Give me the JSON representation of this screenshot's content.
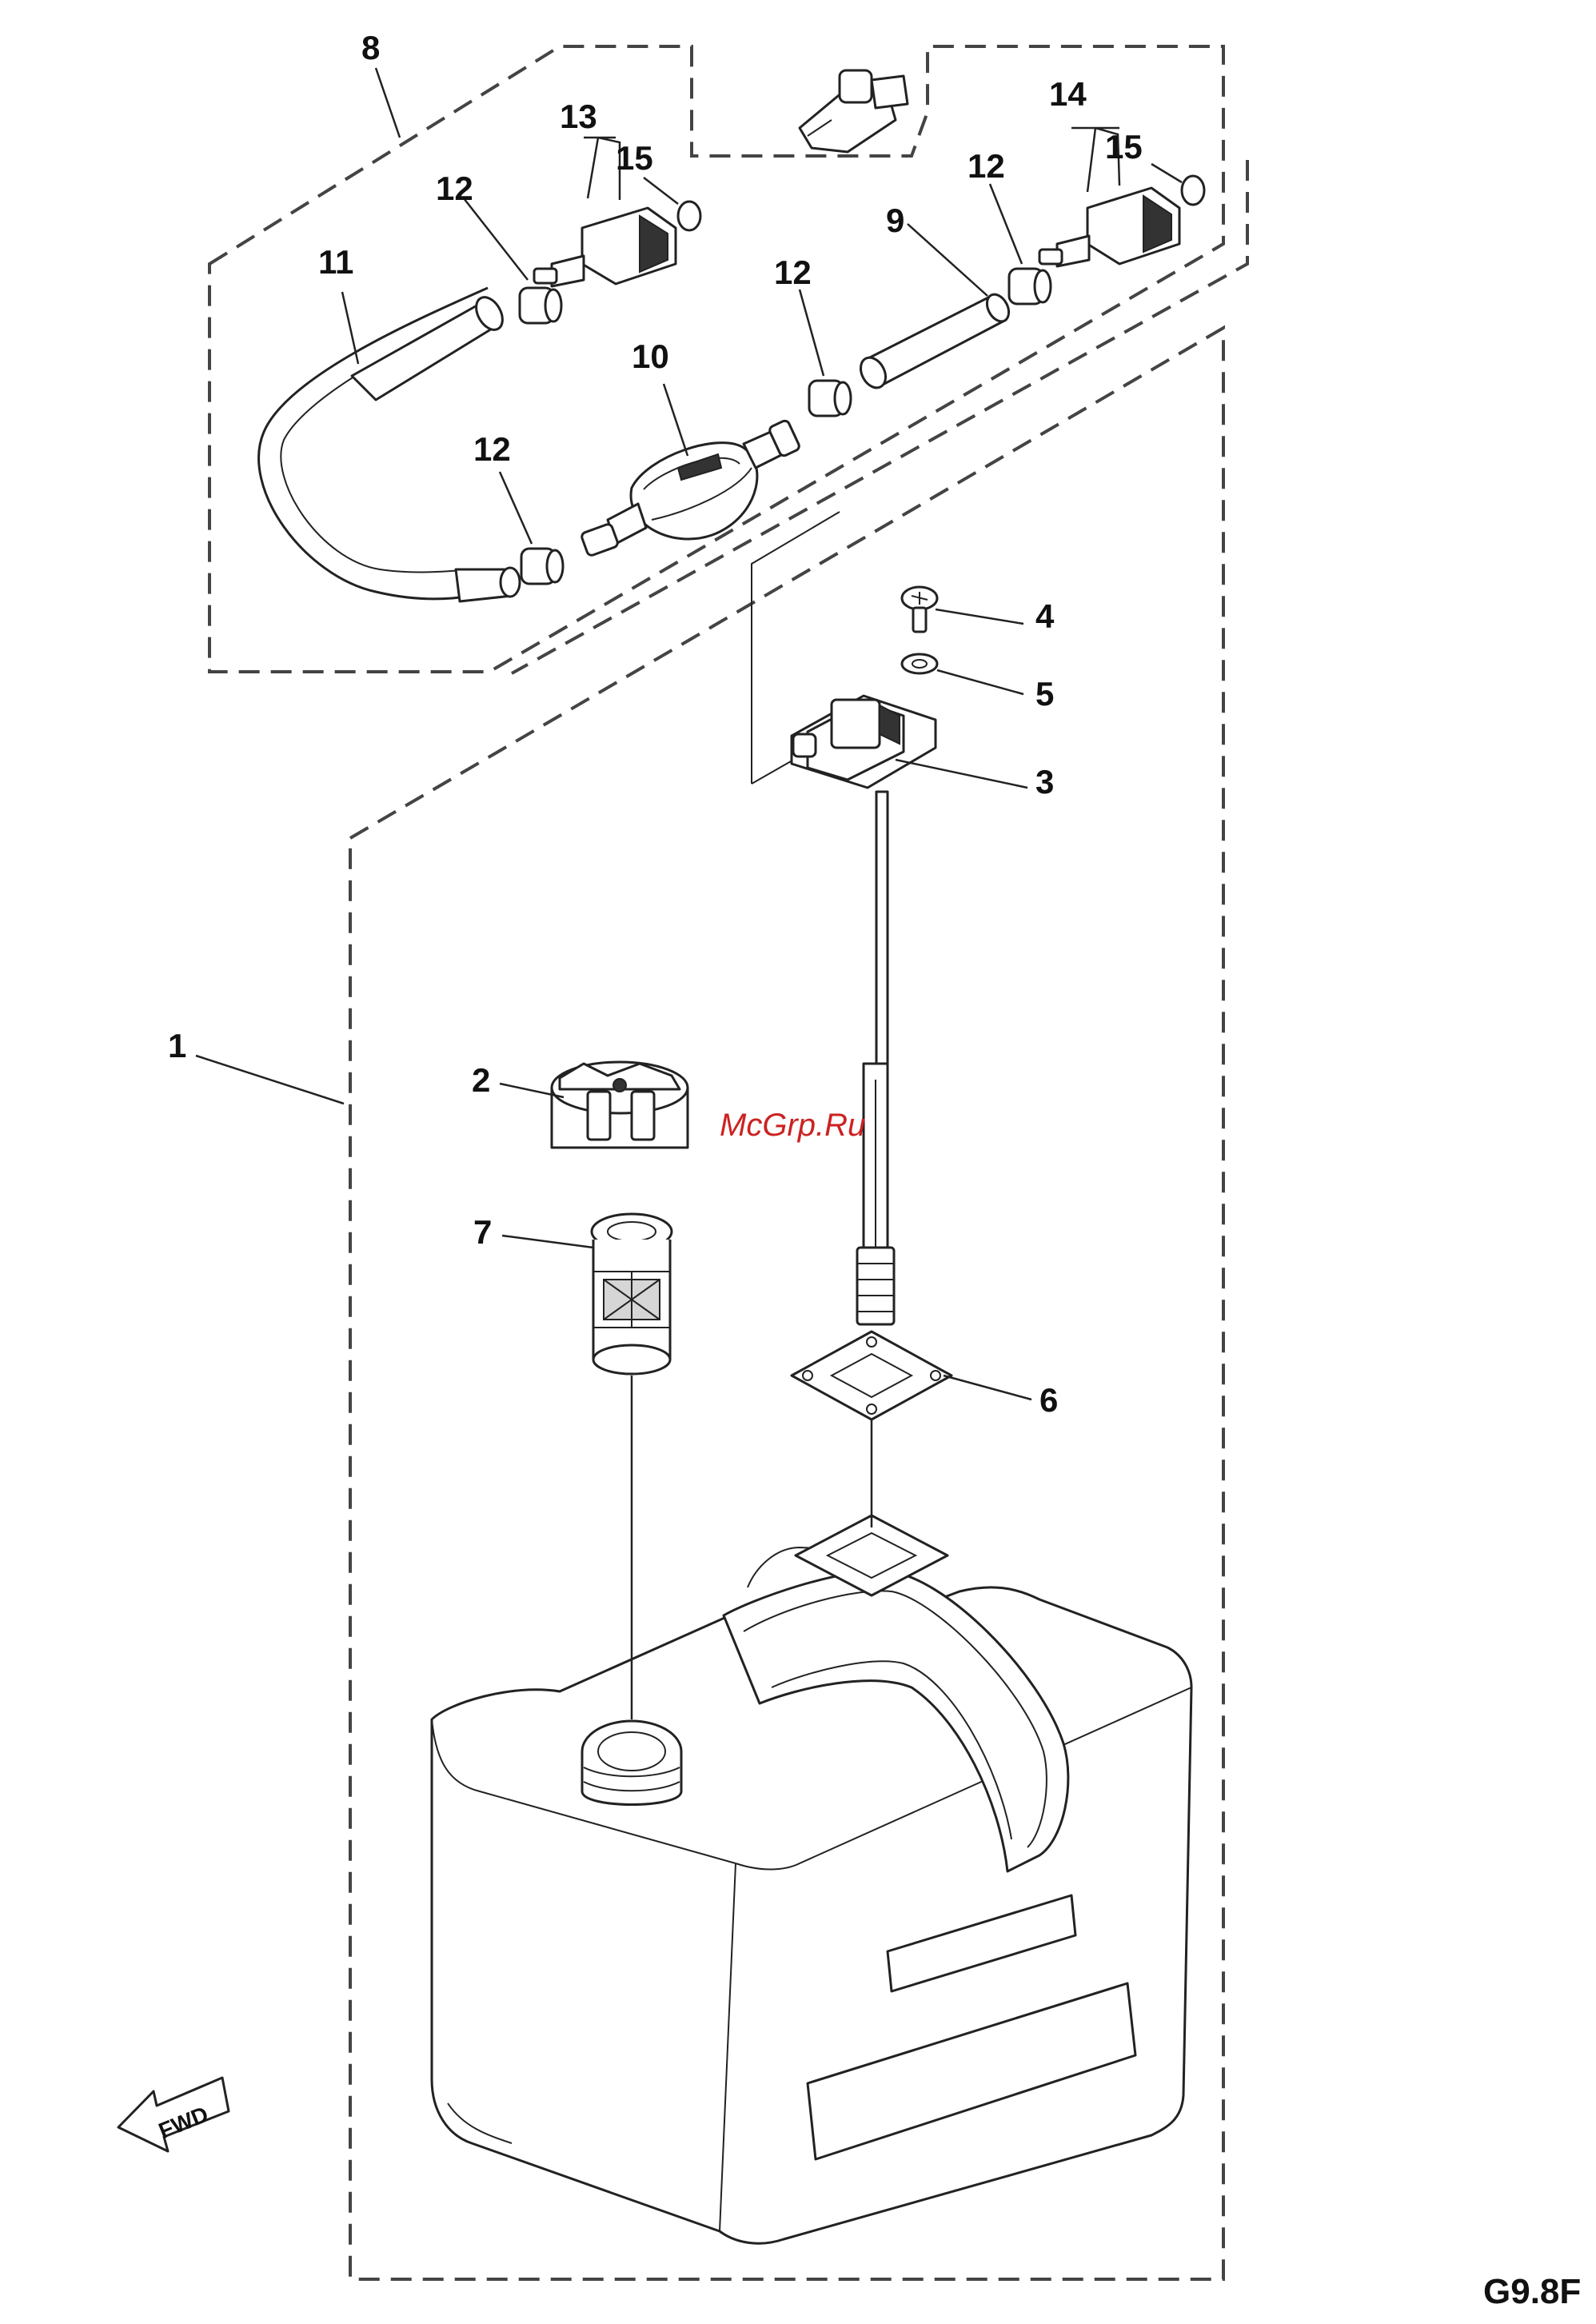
{
  "diagram": {
    "callouts": {
      "p1": "1",
      "p2": "2",
      "p3": "3",
      "p4": "4",
      "p5": "5",
      "p6": "6",
      "p7": "7",
      "p8": "8",
      "p9": "9",
      "p10": "10",
      "p11": "11",
      "p12a": "12",
      "p12b": "12",
      "p12c": "12",
      "p12d": "12",
      "p13": "13",
      "p14": "14",
      "p15a": "15",
      "p15b": "15"
    },
    "fwd_label": "FWD",
    "model_code": "G9.8F",
    "watermark": "McGrp.Ru",
    "colors": {
      "ink": "#111111",
      "watermark": "#cc2222"
    }
  }
}
